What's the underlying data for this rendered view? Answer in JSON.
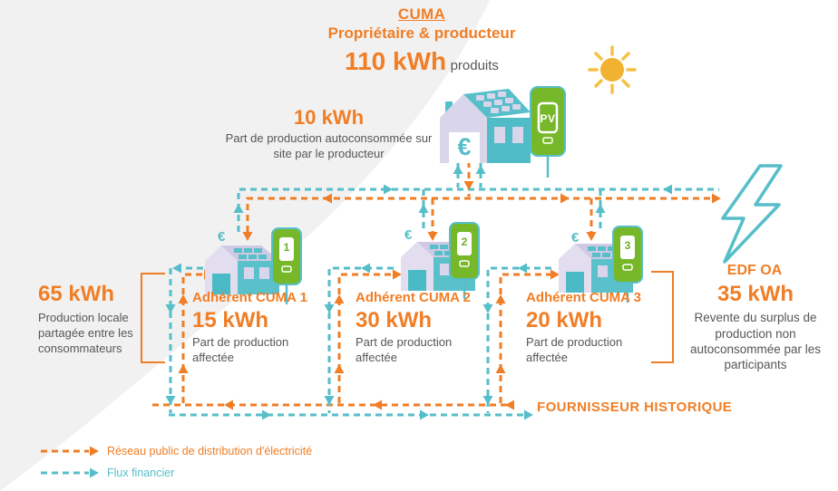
{
  "header": {
    "title": "CUMA",
    "subtitle": "Propriétaire & producteur",
    "value": "110 kWh",
    "value_suffix": "produits"
  },
  "self_consumption": {
    "value": "10 kWh",
    "desc": "Part de production autoconsommée sur site par le producteur"
  },
  "shared_production": {
    "value": "65 kWh",
    "desc": "Production locale partagée entre les consommateurs"
  },
  "members": [
    {
      "name": "Adhérent CUMA 1",
      "value": "15 kWh",
      "desc": "Part de production affectée",
      "meter": "1"
    },
    {
      "name": "Adhérent CUMA 2",
      "value": "30 kWh",
      "desc": "Part de production affectée",
      "meter": "2"
    },
    {
      "name": "Adhérent CUMA 3",
      "value": "20 kWh",
      "desc": "Part de production affectée",
      "meter": "3"
    }
  ],
  "edf_oa": {
    "name": "EDF OA",
    "value": "35 kWh",
    "desc": "Revente du surplus de production non autoconsommée par les participants"
  },
  "supplier": {
    "name": "FOURNISSEUR HISTORIQUE"
  },
  "legend": {
    "network": "Réseau public de distribution d'électricité",
    "financial": "Flux financier"
  },
  "symbols": {
    "euro": "€",
    "pv_label": "PV"
  },
  "colors": {
    "orange": "#F07E26",
    "teal": "#56BEC9",
    "green": "#76B82A"
  }
}
